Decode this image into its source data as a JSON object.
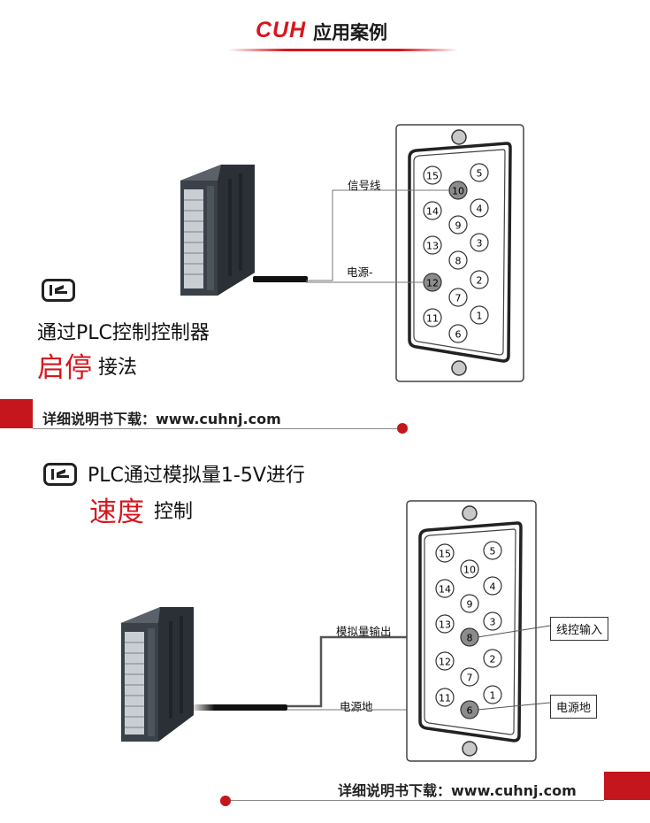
{
  "header": {
    "brand": "CUH",
    "title": "应用案例"
  },
  "section1": {
    "heading_black": "通过PLC控制控制器",
    "heading_red": "启停",
    "heading_suffix": "接法",
    "wire_labels": [
      "信号线",
      "电源-"
    ],
    "connector_pins": [
      {
        "num": "15",
        "highlight": false
      },
      {
        "num": "5",
        "highlight": false
      },
      {
        "num": "10",
        "highlight": true
      },
      {
        "num": "14",
        "highlight": false
      },
      {
        "num": "4",
        "highlight": false
      },
      {
        "num": "9",
        "highlight": false
      },
      {
        "num": "13",
        "highlight": false
      },
      {
        "num": "3",
        "highlight": false
      },
      {
        "num": "8",
        "highlight": false
      },
      {
        "num": "12",
        "highlight": true
      },
      {
        "num": "2",
        "highlight": false
      },
      {
        "num": "7",
        "highlight": false
      },
      {
        "num": "11",
        "highlight": false
      },
      {
        "num": "1",
        "highlight": false
      },
      {
        "num": "6",
        "highlight": false
      }
    ]
  },
  "download1": {
    "text": "详细说明书下载：www.cuhnj.com"
  },
  "section2": {
    "heading_black": "PLC通过模拟量1-5V进行",
    "heading_red": "速度",
    "heading_suffix": "控制",
    "wire_labels": [
      "模拟量输出",
      "电源地"
    ],
    "callouts": [
      "线控输入",
      "电源地"
    ],
    "connector_pins": [
      {
        "num": "15",
        "highlight": false
      },
      {
        "num": "5",
        "highlight": false
      },
      {
        "num": "10",
        "highlight": false
      },
      {
        "num": "14",
        "highlight": false
      },
      {
        "num": "4",
        "highlight": false
      },
      {
        "num": "9",
        "highlight": false
      },
      {
        "num": "13",
        "highlight": false
      },
      {
        "num": "3",
        "highlight": false
      },
      {
        "num": "8",
        "highlight": true
      },
      {
        "num": "12",
        "highlight": false
      },
      {
        "num": "2",
        "highlight": false
      },
      {
        "num": "7",
        "highlight": false
      },
      {
        "num": "11",
        "highlight": false
      },
      {
        "num": "1",
        "highlight": false
      },
      {
        "num": "6",
        "highlight": true
      }
    ]
  },
  "download2": {
    "text": "详细说明书下载：www.cuhnj.com"
  },
  "colors": {
    "accent_red": "#d7161d",
    "pin_highlight": "#8c8c8c"
  }
}
